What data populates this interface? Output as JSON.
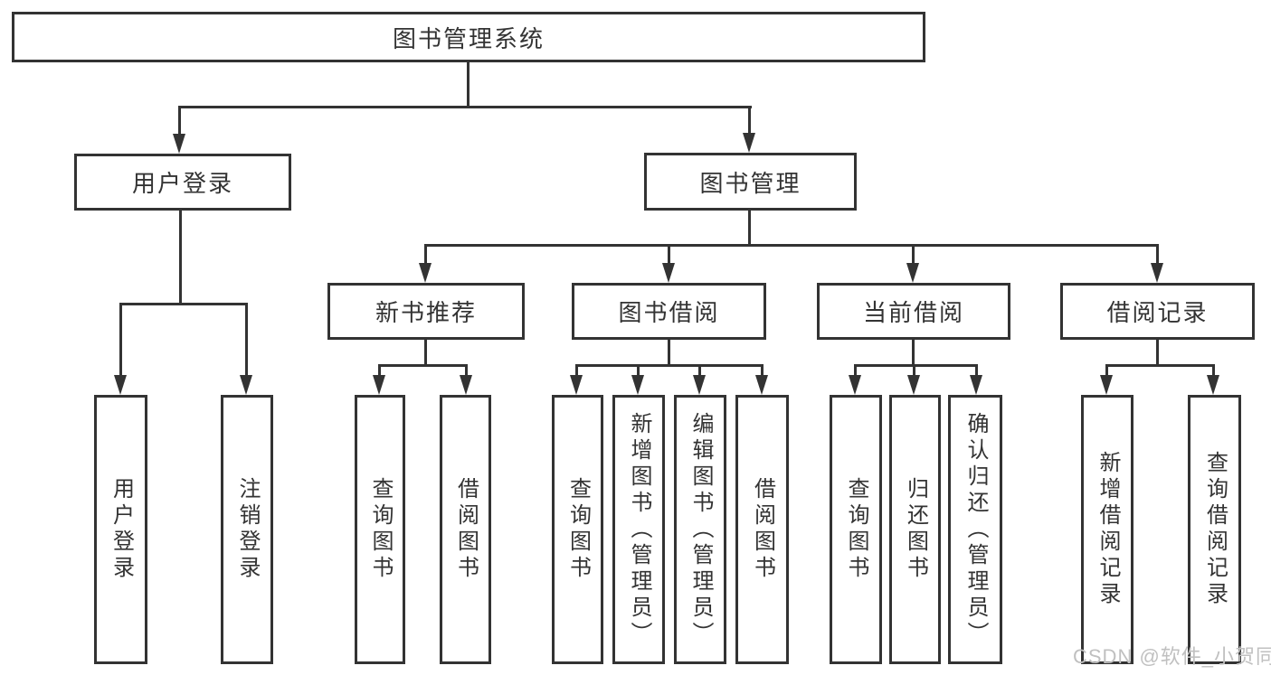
{
  "diagram_title": "图书管理系统",
  "nodes": {
    "root": {
      "label": "图书管理系统"
    },
    "userLogin": {
      "label": "用户登录"
    },
    "bookMgmt": {
      "label": "图书管理"
    },
    "newBookRec": {
      "label": "新书推荐"
    },
    "bookBorrow": {
      "label": "图书借阅"
    },
    "currentBorrow": {
      "label": "当前借阅"
    },
    "borrowRecord": {
      "label": "借阅记录"
    },
    "g1a": {
      "label": "用户登录"
    },
    "g1b": {
      "label": "注销登录"
    },
    "g2a": {
      "label": "查询图书"
    },
    "g2b": {
      "label": "借阅图书"
    },
    "g3a": {
      "label": "查询图书"
    },
    "g3b": {
      "label": "新增图书（管理员）"
    },
    "g3c": {
      "label": "编辑图书（管理员）"
    },
    "g3d": {
      "label": "借阅图书"
    },
    "g4a": {
      "label": "查询图书"
    },
    "g4b": {
      "label": "归还图书"
    },
    "g4c": {
      "label": "确认归还（管理员）"
    },
    "g5a": {
      "label": "新增借阅记录"
    },
    "g5b": {
      "label": "查询借阅记录"
    }
  },
  "watermark": {
    "text": "CSDN @软件_小贺同学"
  },
  "colors": {
    "line": "#333333",
    "box_background": "#ffffff",
    "watermark": "#c0c0c0"
  }
}
